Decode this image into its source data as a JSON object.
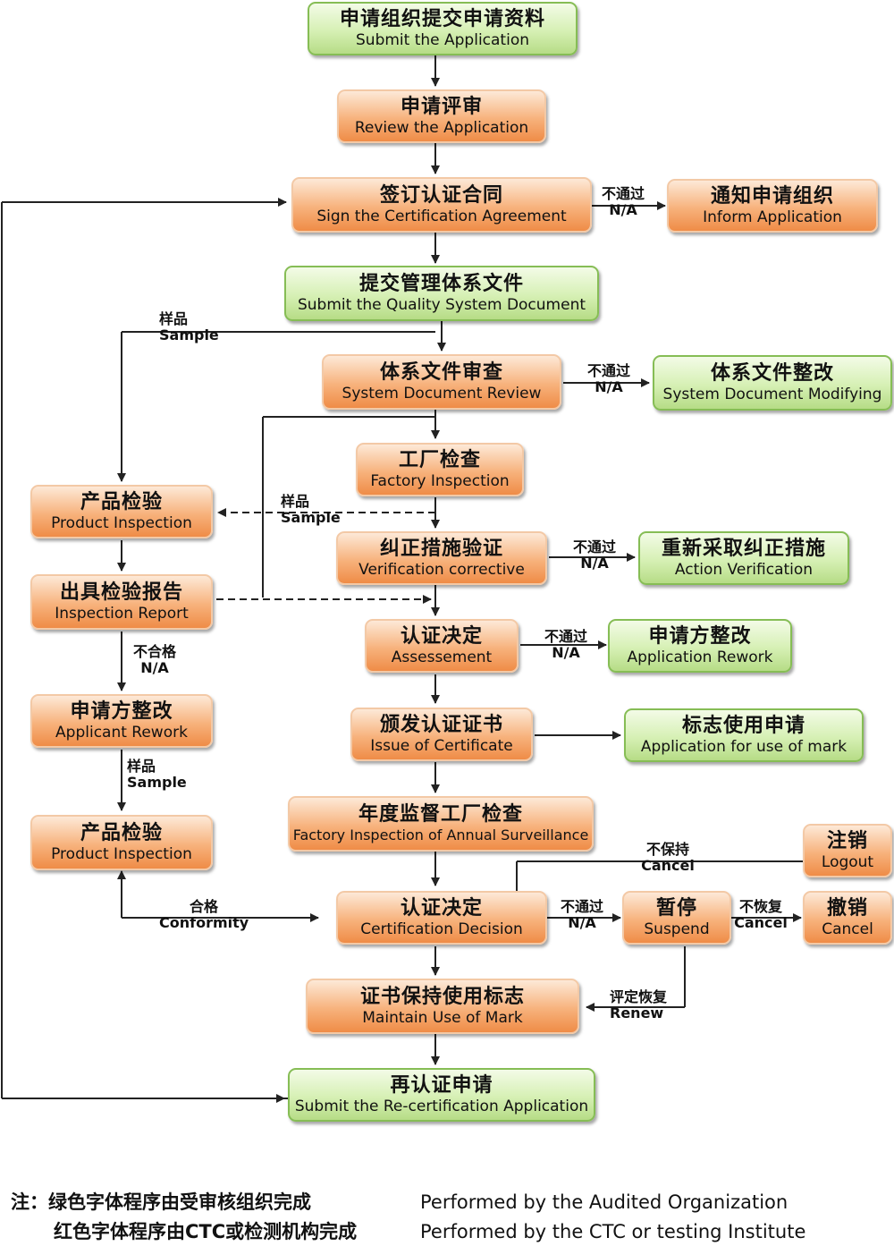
{
  "boxes": {
    "submit_app": {
      "zh": "申请组织提交申请资料",
      "en": "Submit  the  Application"
    },
    "review_app": {
      "zh": "申请评审",
      "en": "Review  the  Application"
    },
    "sign_agreement": {
      "zh": "签订认证合同",
      "en": "Sign  the  Certification  Agreement"
    },
    "inform_app": {
      "zh": "通知申请组织",
      "en": "Inform  Application"
    },
    "submit_doc": {
      "zh": "提交管理体系文件",
      "en": "Submit  the  Quality  System  Document"
    },
    "doc_review": {
      "zh": "体系文件审查",
      "en": "System  Document  Review"
    },
    "doc_modify": {
      "zh": "体系文件整改",
      "en": "System  Document  Modifying"
    },
    "factory_insp": {
      "zh": "工厂检查",
      "en": "Factory  Inspection"
    },
    "product_insp_1": {
      "zh": "产品检验",
      "en": "Product  Inspection"
    },
    "verify_corrective": {
      "zh": "纠正措施验证",
      "en": "Verification    corrective"
    },
    "action_verify": {
      "zh": "重新采取纠正措施",
      "en": "Action  Verification"
    },
    "insp_report": {
      "zh": "出具检验报告",
      "en": "Inspection  Report"
    },
    "assessment": {
      "zh": "认证决定",
      "en": "Assessement"
    },
    "app_rework": {
      "zh": "申请方整改",
      "en": "Application  Rework"
    },
    "applicant_rework": {
      "zh": "申请方整改",
      "en": "Applicant  Rework"
    },
    "issue_cert": {
      "zh": "颁发认证证书",
      "en": "Issue  of  Certificate"
    },
    "mark_app": {
      "zh": "标志使用申请",
      "en": "Application   for  use  of  mark"
    },
    "annual_surv": {
      "zh": "年度监督工厂检查",
      "en": "Factory  Inspection  of  Annual  Surveillance"
    },
    "product_insp_2": {
      "zh": "产品检验",
      "en": "Product  Inspection"
    },
    "logout": {
      "zh": "注销",
      "en": "Logout"
    },
    "cert_decision": {
      "zh": "认证决定",
      "en": "Certification  Decision"
    },
    "suspend": {
      "zh": "暂停",
      "en": "Suspend"
    },
    "cancel": {
      "zh": "撤销",
      "en": "Cancel"
    },
    "maintain_mark": {
      "zh": "证书保持使用标志",
      "en": "Maintain  Use  of  Mark"
    },
    "recert": {
      "zh": "再认证申请",
      "en": "Submit  the  Re-certification  Application"
    }
  },
  "labels": {
    "na_1": {
      "zh": "不通过",
      "en": "N/A"
    },
    "na_2": {
      "zh": "不通过",
      "en": "N/A"
    },
    "na_3": {
      "zh": "不通过",
      "en": "N/A"
    },
    "na_4": {
      "zh": "不通过",
      "en": "N/A"
    },
    "na_5": {
      "zh": "不通过",
      "en": "N/A"
    },
    "sample_1": {
      "zh": "样品",
      "en": "Sample"
    },
    "sample_2": {
      "zh": "样品",
      "en": "Sample"
    },
    "sample_3": {
      "zh": "样品",
      "en": "Sample"
    },
    "fail": {
      "zh": "不合格",
      "en": "N/A"
    },
    "conformity": {
      "zh": "合格",
      "en": "Conformity"
    },
    "keep_cancel": {
      "zh": "不保持",
      "en": "Cancel"
    },
    "no_restore": {
      "zh": "不恢复",
      "en": "Cancel"
    },
    "renew": {
      "zh": "评定恢复",
      "en": "Renew"
    }
  },
  "note": {
    "prefix_line1": "注：绿色字体程序由受审核组织完成",
    "en_line1": "Performed by the Audited Organization",
    "prefix_line2": "红色字体程序由CTC或检测机构完成",
    "en_line2": "Performed by the CTC or testing Institute"
  },
  "colors": {
    "green_box": "#d6f0b4",
    "orange_box": "#f7b27c",
    "line": "#222222"
  }
}
